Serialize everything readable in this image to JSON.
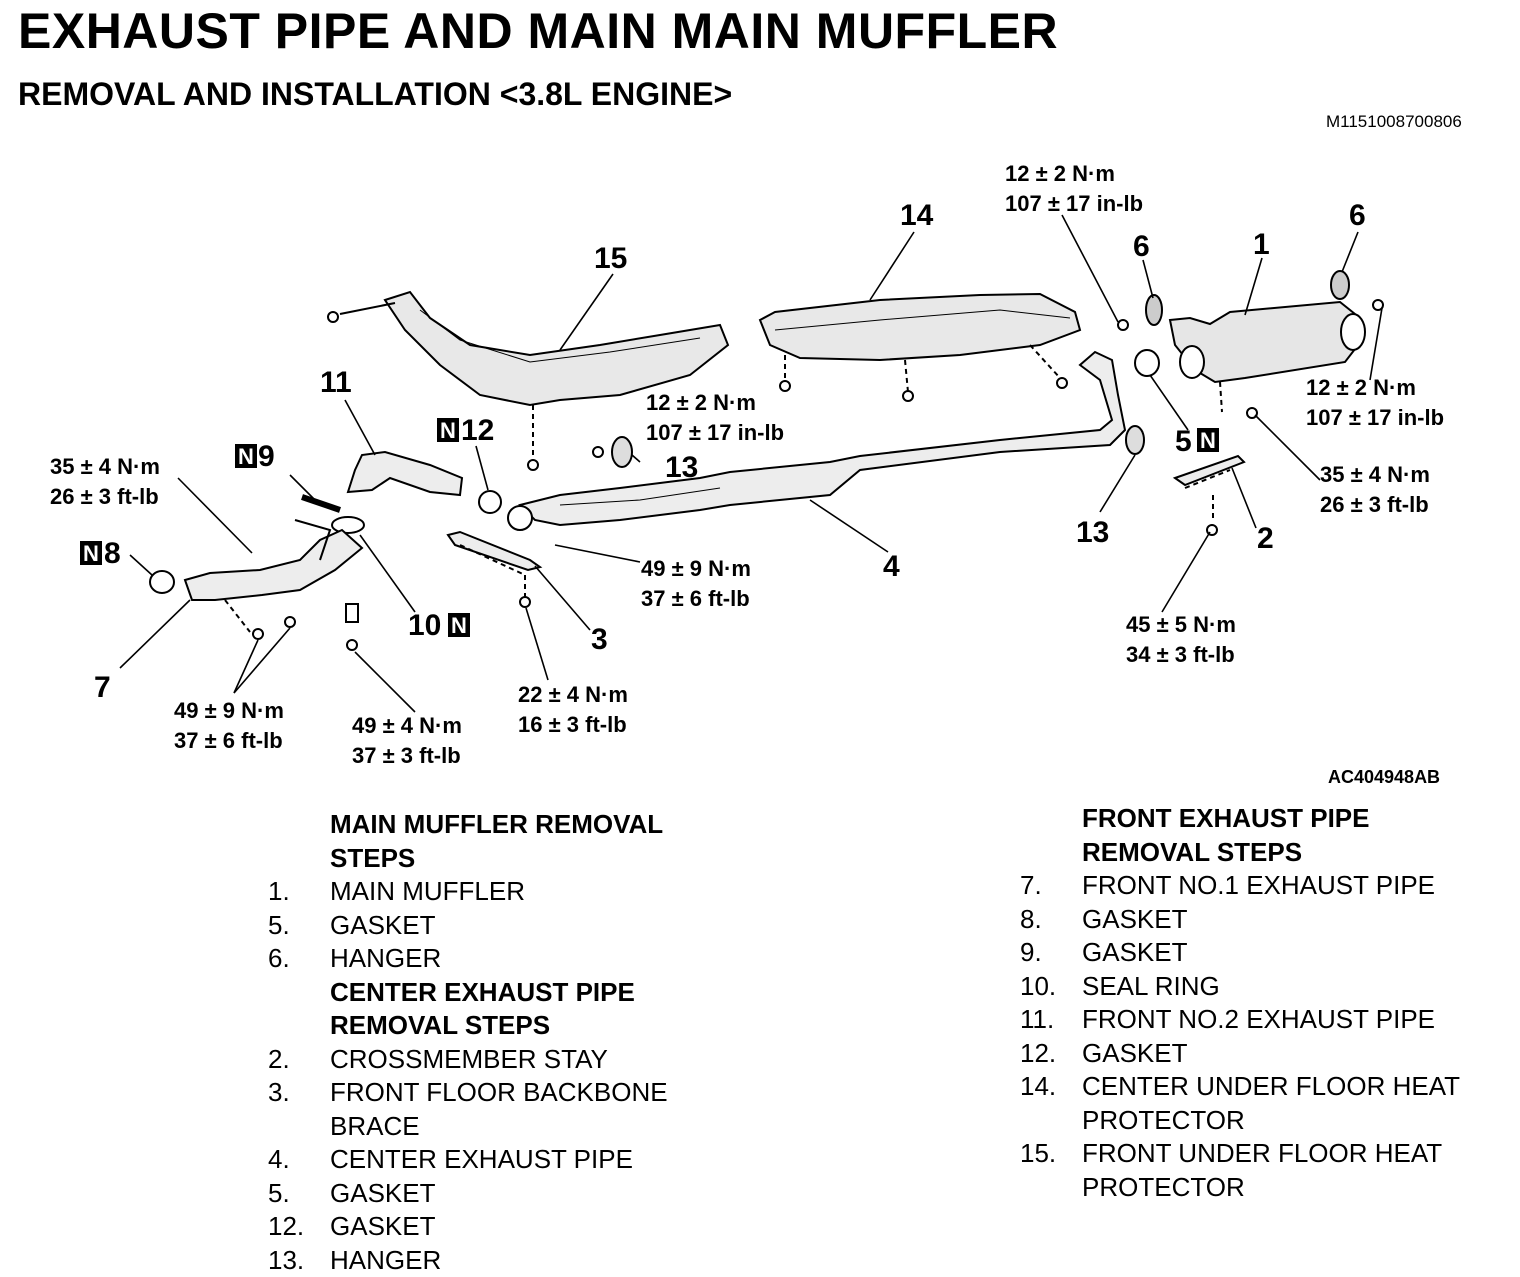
{
  "header": {
    "title": "EXHAUST PIPE AND MAIN MAIN MUFFLER",
    "subtitle": "REMOVAL AND INSTALLATION <3.8L ENGINE>",
    "doc_id": "M1151008700806"
  },
  "figure": {
    "fig_id": "AC404948AB",
    "nbox_letter": "N",
    "callouts": {
      "c1": "1",
      "c2": "2",
      "c3": "3",
      "c4": "4",
      "c5": "5",
      "c6a": "6",
      "c6b": "6",
      "c7": "7",
      "c8": "8",
      "c9": "9",
      "c10": "10",
      "c11": "11",
      "c12": "12",
      "c13a": "13",
      "c13b": "13",
      "c14": "14",
      "c15": "15"
    },
    "torques": {
      "t_hanger_top": [
        "12 ± 2 N·m",
        "107 ± 17 in-lb"
      ],
      "t_muffler_right": [
        "12 ± 2 N·m",
        "107 ± 17 in-lb"
      ],
      "t_center_hanger": [
        "12 ± 2 N·m",
        "107 ± 17 in-lb"
      ],
      "t_flange_left": [
        "35 ± 4 N·m",
        "26 ± 3 ft-lb"
      ],
      "t_muffler_flange": [
        "35 ± 4 N·m",
        "26 ± 3 ft-lb"
      ],
      "t_catalyst": [
        "49 ± 9 N·m",
        "37 ± 6 ft-lb"
      ],
      "t_front_pipe": [
        "49 ± 9 N·m",
        "37 ± 6 ft-lb"
      ],
      "t_front_bolt": [
        "49 ± 4 N·m",
        "37 ± 3 ft-lb"
      ],
      "t_brace": [
        "22 ± 4 N·m",
        "16 ± 3 ft-lb"
      ],
      "t_crossmember": [
        "45 ± 5 N·m",
        "34 ± 3 ft-lb"
      ]
    }
  },
  "main_muffler": {
    "heading": [
      "MAIN MUFFLER REMOVAL",
      "STEPS"
    ],
    "items": [
      {
        "num": "1.",
        "text": "MAIN MUFFLER"
      },
      {
        "num": "5.",
        "text": "GASKET"
      },
      {
        "num": "6.",
        "text": "HANGER"
      }
    ]
  },
  "center_pipe": {
    "heading": [
      "CENTER EXHAUST PIPE",
      "REMOVAL STEPS"
    ],
    "items": [
      {
        "num": "2.",
        "text": "CROSSMEMBER STAY"
      },
      {
        "num": "3.",
        "text": "FRONT FLOOR BACKBONE",
        "text2": "BRACE"
      },
      {
        "num": "4.",
        "text": "CENTER EXHAUST PIPE"
      },
      {
        "num": "5.",
        "text": "GASKET"
      },
      {
        "num": "12.",
        "text": "GASKET"
      },
      {
        "num": "13.",
        "text": "HANGER"
      }
    ]
  },
  "front_pipe": {
    "heading": [
      "FRONT EXHAUST PIPE",
      "REMOVAL STEPS"
    ],
    "items": [
      {
        "num": "7.",
        "text": "FRONT NO.1 EXHAUST PIPE"
      },
      {
        "num": "8.",
        "text": "GASKET"
      },
      {
        "num": "9.",
        "text": "GASKET"
      },
      {
        "num": "10.",
        "text": "SEAL RING"
      },
      {
        "num": "11.",
        "text": "FRONT NO.2 EXHAUST PIPE"
      },
      {
        "num": "12.",
        "text": "GASKET"
      },
      {
        "num": "14.",
        "text": "CENTER UNDER FLOOR HEAT",
        "text2": "PROTECTOR"
      },
      {
        "num": "15.",
        "text": "FRONT UNDER FLOOR HEAT",
        "text2": "PROTECTOR"
      }
    ]
  }
}
